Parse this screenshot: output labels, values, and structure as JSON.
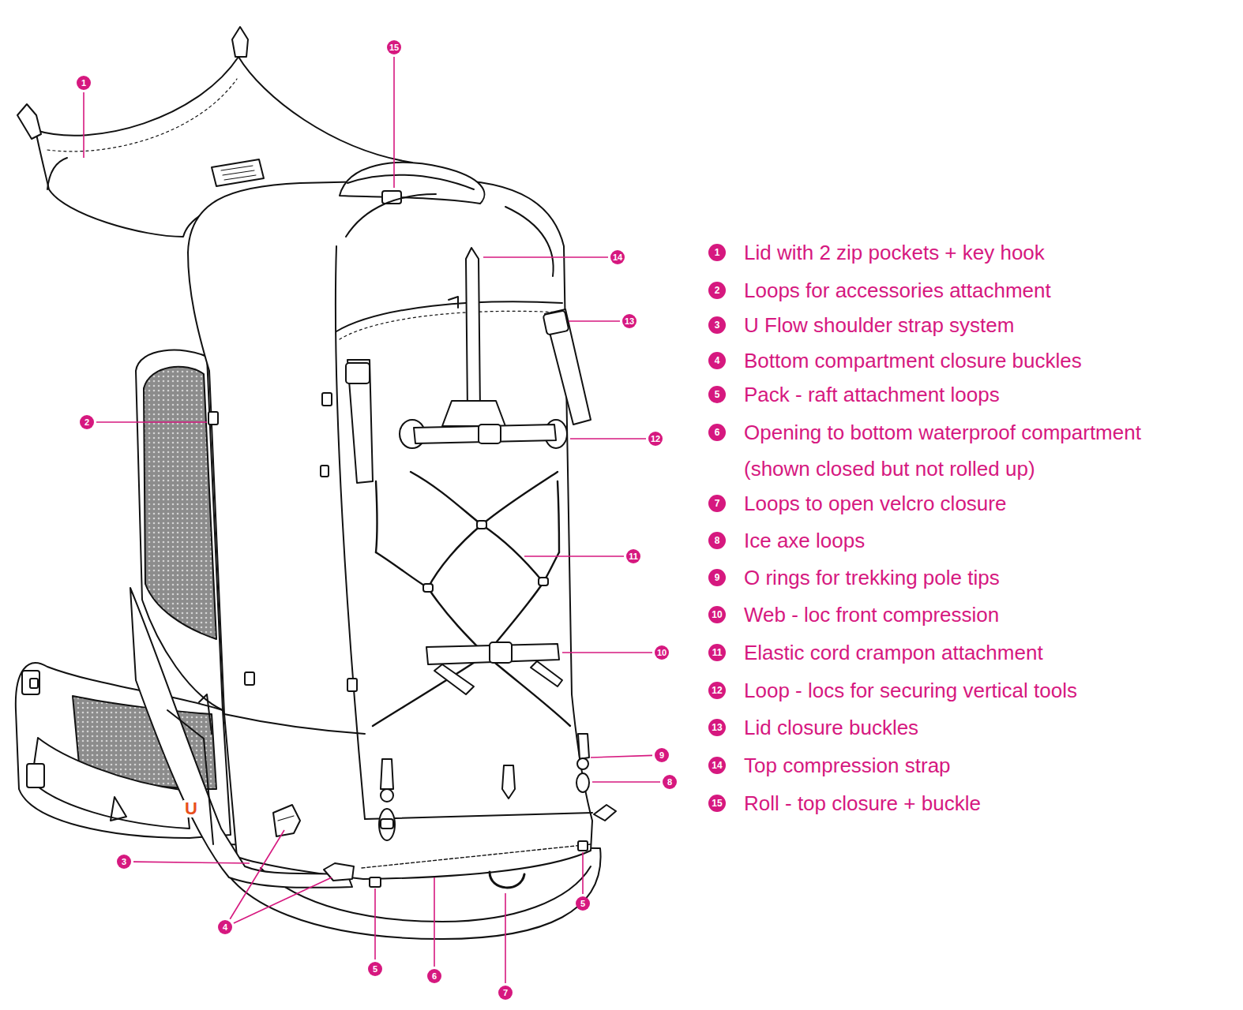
{
  "diagram": {
    "labels": [
      "1",
      "15",
      "14",
      "13",
      "2",
      "12",
      "11",
      "10",
      "9",
      "8",
      "3",
      "4",
      "5",
      "6",
      "7",
      "5",
      "U",
      "1",
      "Lid with 2 zip pockets + key hook",
      "2",
      "Loops for accessories attachment",
      "3",
      "U Flow shoulder strap system",
      "4",
      "Bottom compartment closure buckles",
      "5",
      "Pack - raft attachment loops",
      "6",
      "Opening to bottom waterproof compartment (shown closed but not rolled up)",
      "7",
      "Loops to open velcro closure",
      "8",
      "Ice axe loops",
      "9",
      "O rings for trekking pole tips",
      "10",
      "Web - loc front compression",
      "11",
      "Elastic cord crampon attachment",
      "12",
      "Loop - locs for securing vertical tools",
      "13",
      "Lid closure buckles",
      "14",
      "Top compression strap",
      "15",
      "Roll - top closure + buckle"
    ]
  }
}
